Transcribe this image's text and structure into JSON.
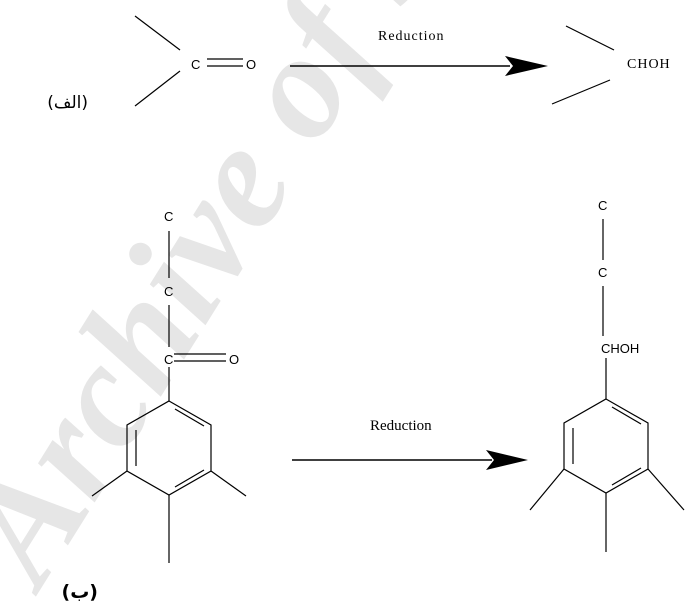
{
  "reaction_a": {
    "label": "(الف)",
    "reactant_atoms": {
      "carbon": "C",
      "oxygen": "O"
    },
    "arrow_label": "Reduction",
    "product_group": "CHOH"
  },
  "reaction_b": {
    "label": "(ب)",
    "reactant_chain": [
      "C",
      "C"
    ],
    "reactant_carbonyl": {
      "carbon": "C",
      "oxygen": "O"
    },
    "arrow_label": "Reduction",
    "product_chain": [
      "C",
      "C"
    ],
    "product_group": "CHOH"
  },
  "watermark": "Archive of SID",
  "colors": {
    "ink": "#000000",
    "watermark": "#e6e6e6"
  }
}
